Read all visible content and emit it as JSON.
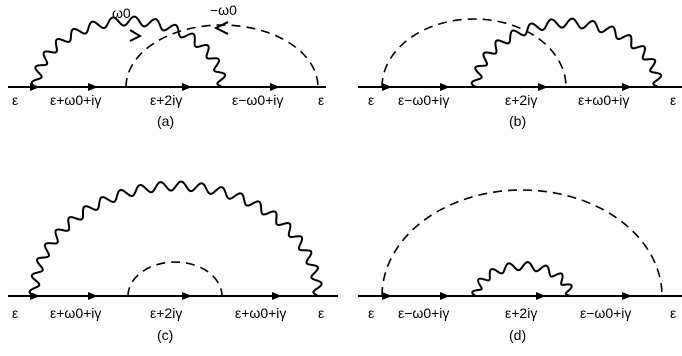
{
  "panels": [
    {
      "caption": "(a)",
      "labels": [
        "ε",
        "ε+ω0+iγ",
        "ε+2iγ",
        "ε−ω0+iγ",
        "ε"
      ],
      "photon_labels": [
        "ω0",
        "−ω0"
      ]
    },
    {
      "caption": "(b)",
      "labels": [
        "ε",
        "ε−ω0+iγ",
        "ε+2iγ",
        "ε+ω0+iγ",
        "ε"
      ]
    },
    {
      "caption": "(c)",
      "labels": [
        "ε",
        "ε+ω0+iγ",
        "ε+2iγ",
        "ε+ω0+iγ",
        "ε"
      ]
    },
    {
      "caption": "(d)",
      "labels": [
        "ε",
        "ε−ω0+iγ",
        "ε+2iγ",
        "ε−ω0+iγ",
        "ε"
      ]
    }
  ]
}
